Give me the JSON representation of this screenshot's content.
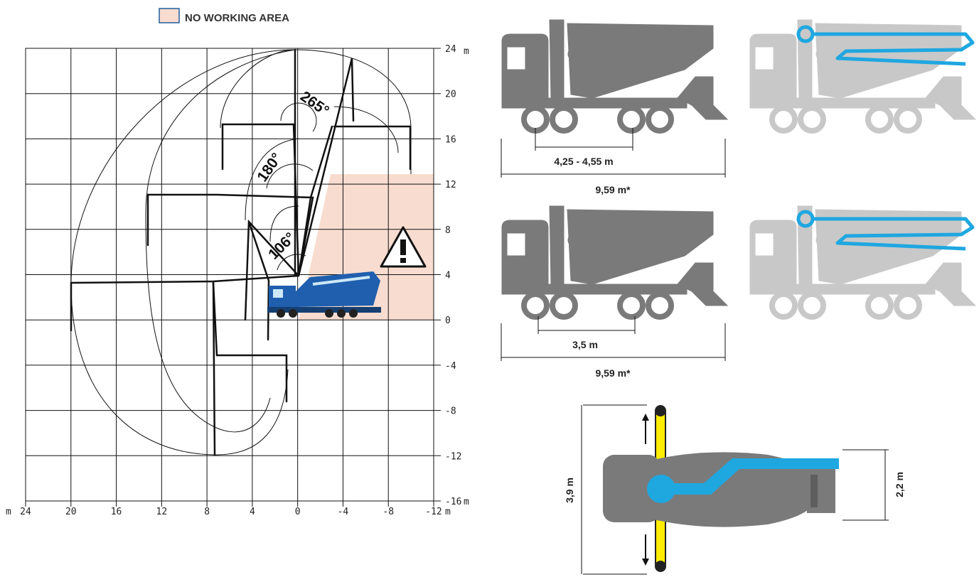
{
  "legend": {
    "label": "NO WORKING AREA",
    "swatch_color": "#f8dccf"
  },
  "reach_chart": {
    "x_axis_unit": "m",
    "y_axis_unit": "m",
    "x_ticks": [
      "24",
      "20",
      "16",
      "12",
      "8",
      "4",
      "0",
      "-4",
      "-8",
      "-12"
    ],
    "y_ticks": [
      "24",
      "20",
      "16",
      "12",
      "8",
      "4",
      "0",
      "-4",
      "-8",
      "-12",
      "-16"
    ],
    "angles": [
      "265°",
      "180°",
      "106°"
    ],
    "no_working_area_color": "#f8dccf"
  },
  "truck_configs": [
    {
      "wheelbase_label": "4,25 - 4,55 m",
      "length_label": "9,59 m*"
    },
    {
      "wheelbase_label": "3,5 m",
      "length_label": "9,59 m*"
    }
  ],
  "top_view": {
    "width_label": "3,9 m",
    "boom_width_label": "2,2 m"
  },
  "colors": {
    "boom_blue": "#1fa7e0",
    "truck_gray": "#7a7a7a",
    "truck_light_gray": "#c8c8c8",
    "outrigger_yellow": "#ffed00"
  }
}
